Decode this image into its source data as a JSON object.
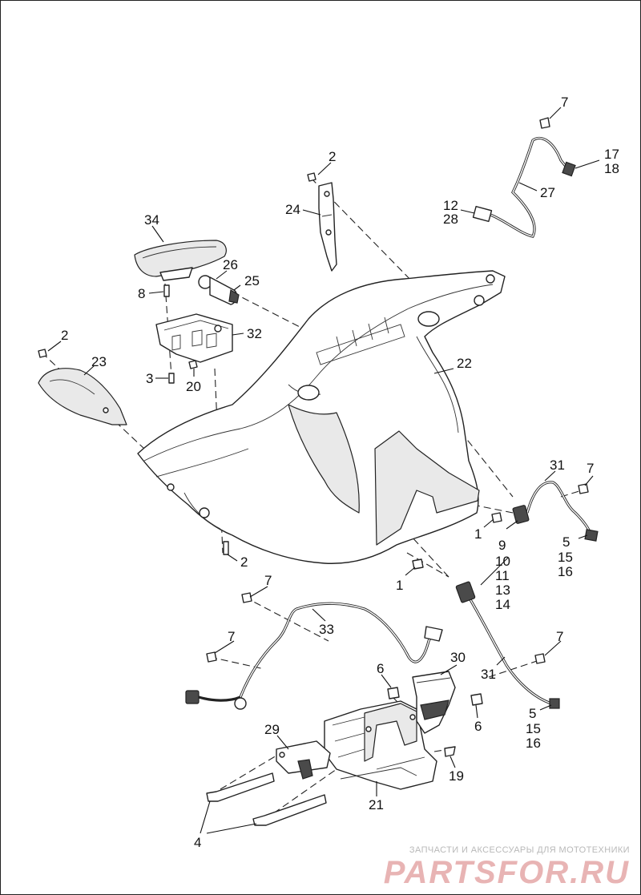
{
  "diagram": {
    "callouts": [
      {
        "id": "c7a",
        "text": "7"
      },
      {
        "id": "c17",
        "text": "17"
      },
      {
        "id": "c18",
        "text": "18"
      },
      {
        "id": "c2a",
        "text": "2"
      },
      {
        "id": "c24",
        "text": "24"
      },
      {
        "id": "c27",
        "text": "27"
      },
      {
        "id": "c12",
        "text": "12"
      },
      {
        "id": "c28",
        "text": "28"
      },
      {
        "id": "c34",
        "text": "34"
      },
      {
        "id": "c26",
        "text": "26"
      },
      {
        "id": "c25",
        "text": "25"
      },
      {
        "id": "c8",
        "text": "8"
      },
      {
        "id": "c32",
        "text": "32"
      },
      {
        "id": "c2b",
        "text": "2"
      },
      {
        "id": "c23",
        "text": "23"
      },
      {
        "id": "c3",
        "text": "3"
      },
      {
        "id": "c20",
        "text": "20"
      },
      {
        "id": "c22",
        "text": "22"
      },
      {
        "id": "c31a",
        "text": "31"
      },
      {
        "id": "c7b",
        "text": "7"
      },
      {
        "id": "c1a",
        "text": "1"
      },
      {
        "id": "c9",
        "text": "9"
      },
      {
        "id": "c10",
        "text": "10"
      },
      {
        "id": "c11",
        "text": "11"
      },
      {
        "id": "c13",
        "text": "13"
      },
      {
        "id": "c14",
        "text": "14"
      },
      {
        "id": "c5a",
        "text": "5"
      },
      {
        "id": "c15a",
        "text": "15"
      },
      {
        "id": "c16a",
        "text": "16"
      },
      {
        "id": "c2c",
        "text": "2"
      },
      {
        "id": "c1b",
        "text": "1"
      },
      {
        "id": "c7c",
        "text": "7"
      },
      {
        "id": "c33",
        "text": "33"
      },
      {
        "id": "c7d",
        "text": "7"
      },
      {
        "id": "c7e",
        "text": "7"
      },
      {
        "id": "c30",
        "text": "30"
      },
      {
        "id": "c6a",
        "text": "6"
      },
      {
        "id": "c31b",
        "text": "31"
      },
      {
        "id": "c6b",
        "text": "6"
      },
      {
        "id": "c5b",
        "text": "5"
      },
      {
        "id": "c15b",
        "text": "15"
      },
      {
        "id": "c16b",
        "text": "16"
      },
      {
        "id": "c29",
        "text": "29"
      },
      {
        "id": "c19",
        "text": "19"
      },
      {
        "id": "c21",
        "text": "21"
      },
      {
        "id": "c4",
        "text": "4"
      }
    ]
  },
  "watermark": {
    "caption": "ЗАПЧАСТИ И АКСЕССУАРЫ ДЛЯ МОТОТЕХНИКИ",
    "logo": "PARTSFOR.RU",
    "color": "#e8b4b4"
  }
}
